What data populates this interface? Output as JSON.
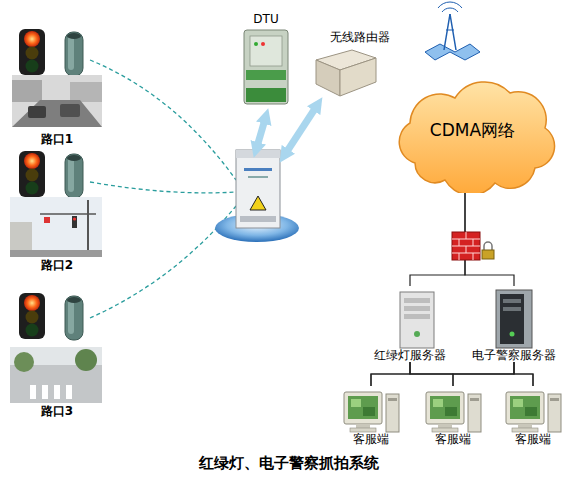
{
  "diagram": {
    "caption": "红绿灯、电子警察抓拍系统",
    "nodes": [
      {
        "text": [
          "路口1"
        ]
      },
      {
        "text": [
          "路口2"
        ]
      },
      {
        "text": [
          "路口3"
        ]
      },
      {
        "text": [
          "DTU"
        ]
      },
      {
        "text": [
          "无线路由器"
        ]
      },
      {
        "text": [
          "CDMA网络"
        ]
      },
      {
        "text": [
          "红绿灯服务器"
        ]
      },
      {
        "text": [
          "电子警察服务器"
        ]
      },
      {
        "text": [
          "客服端"
        ]
      },
      {
        "text": [
          "客服端"
        ]
      },
      {
        "text": [
          "客服端"
        ]
      }
    ],
    "edges": [
      {
        "from": 5,
        "to": 6,
        "arrow": "none"
      },
      {
        "from": 5,
        "to": 7,
        "arrow": "none"
      },
      {
        "from": 6,
        "to": 8,
        "arrow": "none"
      },
      {
        "from": 6,
        "to": 9,
        "arrow": "none"
      },
      {
        "from": 6,
        "to": 10,
        "arrow": "none"
      },
      {
        "from": 7,
        "to": 8,
        "arrow": "none"
      },
      {
        "from": 7,
        "to": 9,
        "arrow": "none"
      },
      {
        "from": 7,
        "to": 10,
        "arrow": "none"
      }
    ]
  }
}
